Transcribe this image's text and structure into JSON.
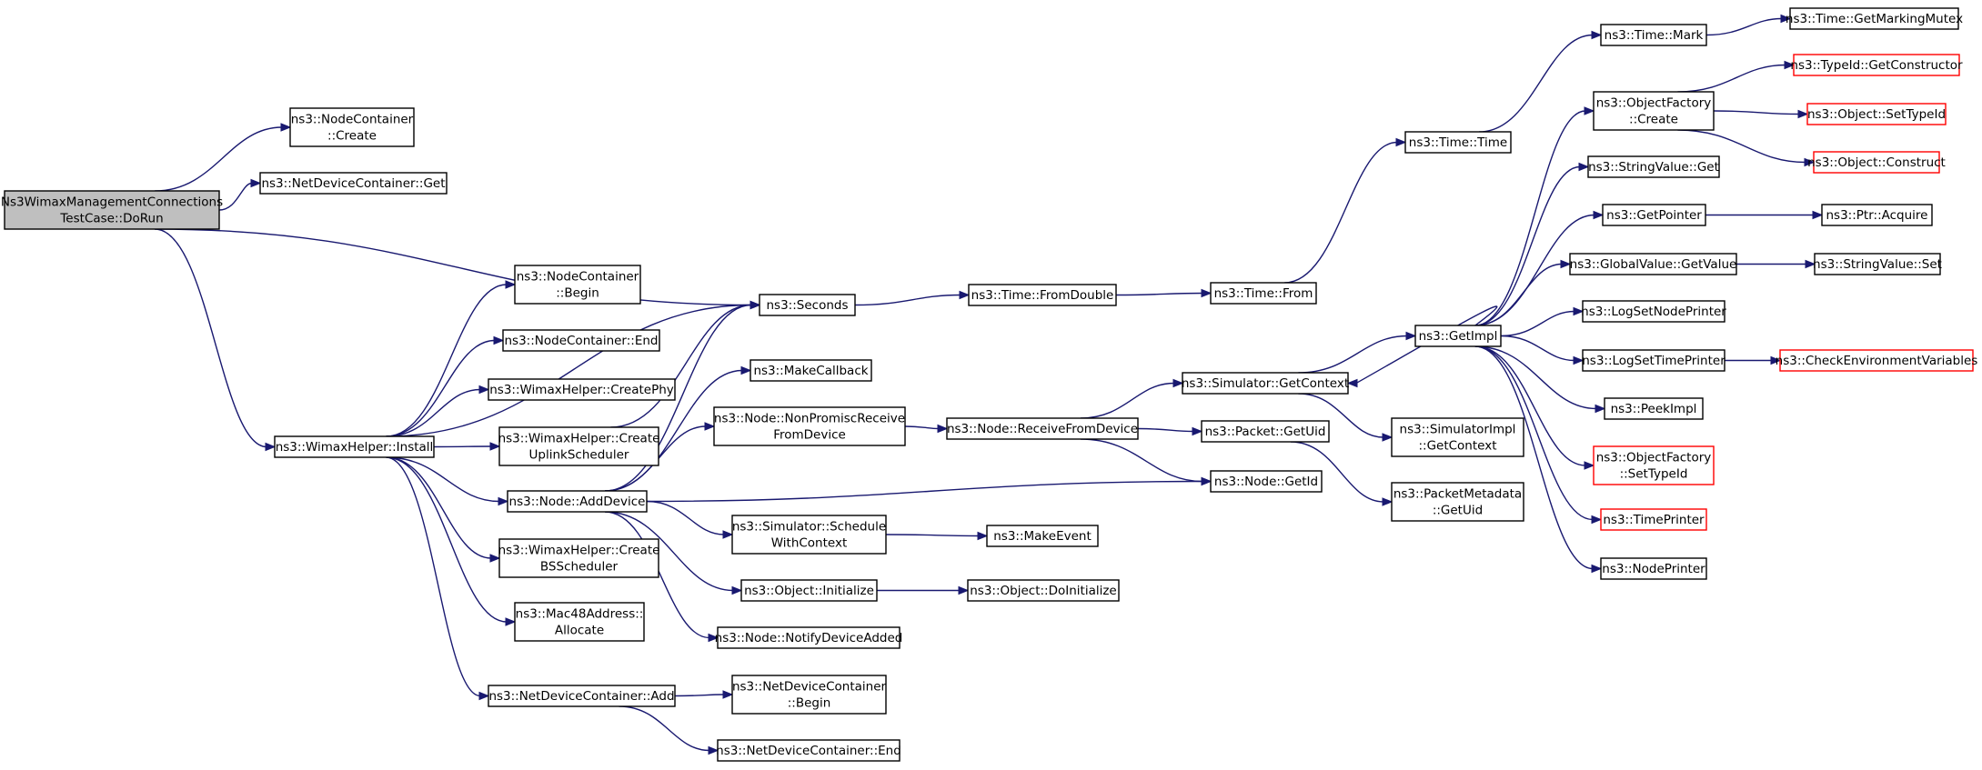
{
  "graph": {
    "nodes": [
      {
        "id": "dorun",
        "lines": [
          "Ns3WimaxManagementConnections",
          "TestCase::DoRun"
        ],
        "kind": "root"
      },
      {
        "id": "nc_create",
        "lines": [
          "ns3::NodeContainer",
          "::Create"
        ],
        "kind": "normal"
      },
      {
        "id": "ndc_get",
        "lines": [
          "ns3::NetDeviceContainer::Get"
        ],
        "kind": "normal"
      },
      {
        "id": "seconds",
        "lines": [
          "ns3::Seconds"
        ],
        "kind": "normal"
      },
      {
        "id": "install",
        "lines": [
          "ns3::WimaxHelper::Install"
        ],
        "kind": "normal"
      },
      {
        "id": "nc_begin",
        "lines": [
          "ns3::NodeContainer",
          "::Begin"
        ],
        "kind": "normal"
      },
      {
        "id": "nc_end",
        "lines": [
          "ns3::NodeContainer::End"
        ],
        "kind": "normal"
      },
      {
        "id": "createphy",
        "lines": [
          "ns3::WimaxHelper::CreatePhy"
        ],
        "kind": "normal"
      },
      {
        "id": "createuplink",
        "lines": [
          "ns3::WimaxHelper::Create",
          "UplinkScheduler"
        ],
        "kind": "normal"
      },
      {
        "id": "adddevice",
        "lines": [
          "ns3::Node::AddDevice"
        ],
        "kind": "normal"
      },
      {
        "id": "createbs",
        "lines": [
          "ns3::WimaxHelper::Create",
          "BSScheduler"
        ],
        "kind": "normal"
      },
      {
        "id": "mac48",
        "lines": [
          "ns3::Mac48Address::",
          "Allocate"
        ],
        "kind": "normal"
      },
      {
        "id": "ndc_add",
        "lines": [
          "ns3::NetDeviceContainer::Add"
        ],
        "kind": "normal"
      },
      {
        "id": "ndc_begin",
        "lines": [
          "ns3::NetDeviceContainer",
          "::Begin"
        ],
        "kind": "normal"
      },
      {
        "id": "ndc_end",
        "lines": [
          "ns3::NetDeviceContainer::End"
        ],
        "kind": "normal"
      },
      {
        "id": "makecallback",
        "lines": [
          "ns3::MakeCallback"
        ],
        "kind": "normal"
      },
      {
        "id": "nonpromisc",
        "lines": [
          "ns3::Node::NonPromiscReceive",
          "FromDevice"
        ],
        "kind": "normal"
      },
      {
        "id": "schedulewith",
        "lines": [
          "ns3::Simulator::Schedule",
          "WithContext"
        ],
        "kind": "normal"
      },
      {
        "id": "obj_initialize",
        "lines": [
          "ns3::Object::Initialize"
        ],
        "kind": "normal"
      },
      {
        "id": "notifydevice",
        "lines": [
          "ns3::Node::NotifyDeviceAdded"
        ],
        "kind": "normal"
      },
      {
        "id": "fromdouble",
        "lines": [
          "ns3::Time::FromDouble"
        ],
        "kind": "normal"
      },
      {
        "id": "receivefrom",
        "lines": [
          "ns3::Node::ReceiveFromDevice"
        ],
        "kind": "normal"
      },
      {
        "id": "makeevent",
        "lines": [
          "ns3::MakeEvent"
        ],
        "kind": "normal"
      },
      {
        "id": "doinitialize",
        "lines": [
          "ns3::Object::DoInitialize"
        ],
        "kind": "normal"
      },
      {
        "id": "time_from",
        "lines": [
          "ns3::Time::From"
        ],
        "kind": "normal"
      },
      {
        "id": "getcontext",
        "lines": [
          "ns3::Simulator::GetContext"
        ],
        "kind": "normal"
      },
      {
        "id": "packet_getuid",
        "lines": [
          "ns3::Packet::GetUid"
        ],
        "kind": "normal"
      },
      {
        "id": "node_getid",
        "lines": [
          "ns3::Node::GetId"
        ],
        "kind": "normal"
      },
      {
        "id": "time_time",
        "lines": [
          "ns3::Time::Time"
        ],
        "kind": "normal"
      },
      {
        "id": "getimpl",
        "lines": [
          "ns3::GetImpl"
        ],
        "kind": "normal"
      },
      {
        "id": "simimpl_getctx",
        "lines": [
          "ns3::SimulatorImpl",
          "::GetContext"
        ],
        "kind": "normal"
      },
      {
        "id": "pktmeta_getuid",
        "lines": [
          "ns3::PacketMetadata",
          "::GetUid"
        ],
        "kind": "normal"
      },
      {
        "id": "time_mark",
        "lines": [
          "ns3::Time::Mark"
        ],
        "kind": "normal"
      },
      {
        "id": "objfactory_create",
        "lines": [
          "ns3::ObjectFactory",
          "::Create"
        ],
        "kind": "normal"
      },
      {
        "id": "stringvalue_get",
        "lines": [
          "ns3::StringValue::Get"
        ],
        "kind": "normal"
      },
      {
        "id": "getpointer",
        "lines": [
          "ns3::GetPointer"
        ],
        "kind": "normal"
      },
      {
        "id": "globalvalue_getvalue",
        "lines": [
          "ns3::GlobalValue::GetValue"
        ],
        "kind": "normal"
      },
      {
        "id": "logsetnodeprinter",
        "lines": [
          "ns3::LogSetNodePrinter"
        ],
        "kind": "normal"
      },
      {
        "id": "logsettimeprinter",
        "lines": [
          "ns3::LogSetTimePrinter"
        ],
        "kind": "normal"
      },
      {
        "id": "peekimpl",
        "lines": [
          "ns3::PeekImpl"
        ],
        "kind": "normal"
      },
      {
        "id": "objfactory_settypeid",
        "lines": [
          "ns3::ObjectFactory",
          "::SetTypeId"
        ],
        "kind": "truncated"
      },
      {
        "id": "timeprinter",
        "lines": [
          "ns3::TimePrinter"
        ],
        "kind": "truncated"
      },
      {
        "id": "nodeprinter",
        "lines": [
          "ns3::NodePrinter"
        ],
        "kind": "normal"
      },
      {
        "id": "getmarkingmutex",
        "lines": [
          "ns3::Time::GetMarkingMutex"
        ],
        "kind": "normal"
      },
      {
        "id": "typeid_getconstructor",
        "lines": [
          "ns3::TypeId::GetConstructor"
        ],
        "kind": "truncated"
      },
      {
        "id": "object_settypeid",
        "lines": [
          "ns3::Object::SetTypeId"
        ],
        "kind": "truncated"
      },
      {
        "id": "object_construct",
        "lines": [
          "ns3::Object::Construct"
        ],
        "kind": "truncated"
      },
      {
        "id": "ptr_acquire",
        "lines": [
          "ns3::Ptr::Acquire"
        ],
        "kind": "normal"
      },
      {
        "id": "stringvalue_set",
        "lines": [
          "ns3::StringValue::Set"
        ],
        "kind": "normal"
      },
      {
        "id": "checkenv",
        "lines": [
          "ns3::CheckEnvironmentVariables"
        ],
        "kind": "truncated"
      }
    ],
    "edges": [
      [
        "dorun",
        "nc_create"
      ],
      [
        "dorun",
        "ndc_get"
      ],
      [
        "dorun",
        "seconds"
      ],
      [
        "dorun",
        "install"
      ],
      [
        "install",
        "nc_begin"
      ],
      [
        "install",
        "nc_end"
      ],
      [
        "install",
        "createphy"
      ],
      [
        "install",
        "createuplink"
      ],
      [
        "install",
        "adddevice"
      ],
      [
        "install",
        "createbs"
      ],
      [
        "install",
        "mac48"
      ],
      [
        "install",
        "ndc_add"
      ],
      [
        "install",
        "seconds"
      ],
      [
        "createuplink",
        "seconds"
      ],
      [
        "ndc_add",
        "ndc_begin"
      ],
      [
        "ndc_add",
        "ndc_end"
      ],
      [
        "adddevice",
        "seconds"
      ],
      [
        "adddevice",
        "makecallback"
      ],
      [
        "adddevice",
        "nonpromisc"
      ],
      [
        "adddevice",
        "node_getid"
      ],
      [
        "adddevice",
        "schedulewith"
      ],
      [
        "adddevice",
        "obj_initialize"
      ],
      [
        "adddevice",
        "notifydevice"
      ],
      [
        "seconds",
        "fromdouble"
      ],
      [
        "fromdouble",
        "time_from"
      ],
      [
        "time_from",
        "time_time"
      ],
      [
        "time_time",
        "time_mark"
      ],
      [
        "time_mark",
        "getmarkingmutex"
      ],
      [
        "nonpromisc",
        "receivefrom"
      ],
      [
        "receivefrom",
        "getcontext"
      ],
      [
        "receivefrom",
        "packet_getuid"
      ],
      [
        "receivefrom",
        "node_getid"
      ],
      [
        "packet_getuid",
        "pktmeta_getuid"
      ],
      [
        "getcontext",
        "getimpl"
      ],
      [
        "getcontext",
        "simimpl_getctx"
      ],
      [
        "schedulewith",
        "makeevent"
      ],
      [
        "obj_initialize",
        "doinitialize"
      ],
      [
        "getimpl",
        "objfactory_create"
      ],
      [
        "getimpl",
        "stringvalue_get"
      ],
      [
        "getimpl",
        "getpointer"
      ],
      [
        "getimpl",
        "globalvalue_getvalue"
      ],
      [
        "getimpl",
        "logsetnodeprinter"
      ],
      [
        "getimpl",
        "logsettimeprinter"
      ],
      [
        "getimpl",
        "peekimpl"
      ],
      [
        "getimpl",
        "objfactory_settypeid"
      ],
      [
        "getimpl",
        "timeprinter"
      ],
      [
        "getimpl",
        "nodeprinter"
      ],
      [
        "getimpl",
        "getcontext"
      ],
      [
        "objfactory_create",
        "typeid_getconstructor"
      ],
      [
        "objfactory_create",
        "object_settypeid"
      ],
      [
        "objfactory_create",
        "object_construct"
      ],
      [
        "getpointer",
        "ptr_acquire"
      ],
      [
        "globalvalue_getvalue",
        "stringvalue_set"
      ],
      [
        "logsettimeprinter",
        "checkenv"
      ]
    ]
  },
  "colors": {
    "edge": "#191970",
    "root_fill": "#bfbfbf",
    "node_fill": "#ffffff",
    "node_border": "#000000",
    "truncated_border": "#ff0000"
  }
}
